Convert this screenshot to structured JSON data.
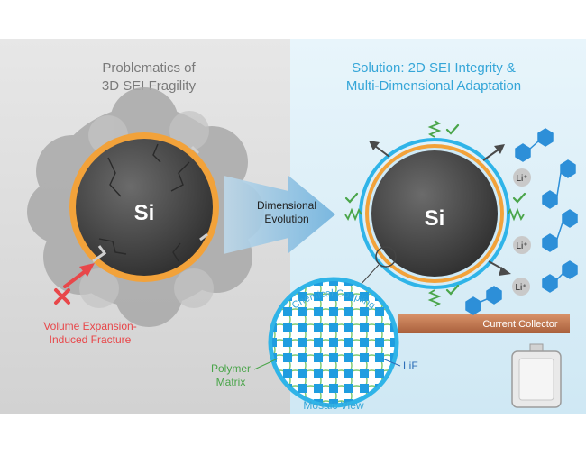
{
  "left_panel": {
    "title_line1": "Problematics of",
    "title_line2": "3D SEI Fragility",
    "core_label": "Si",
    "fracture_label_line1": "Volume Expansion-",
    "fracture_label_line2": "Induced Fracture"
  },
  "transition": {
    "label_line1": "Dimensional",
    "label_line2": "Evolution"
  },
  "right_panel": {
    "title_line1": "Solution: 2D SEI Integrity &",
    "title_line2": "Multi-Dimensional Adaptation",
    "core_label": "Si",
    "ion_labels": [
      "Li⁺",
      "Li⁺",
      "Li⁺"
    ],
    "current_collector_label": "Current Collector",
    "inset": {
      "arc_label": "Chemical Coupling",
      "polymer_label_line1": "Polymer",
      "polymer_label_line2": "Matrix",
      "lif_label": "LiF",
      "view_label": "Mosaic View"
    }
  },
  "colors": {
    "left_bg": "#dcdcdc",
    "right_bg": "#dceff8",
    "title_gray": "#7a7a7a",
    "title_blue": "#35a6d8",
    "fracture_red": "#e8474a",
    "arrow_blue": "#8fc3e3",
    "core_dark": "#4a4a4a",
    "sei_orange": "#f2a23a",
    "sei_cyan": "#2fb4e8",
    "spring_green": "#4aa54a",
    "lif_blue": "#1f9de0",
    "collector": "#c47a50"
  }
}
